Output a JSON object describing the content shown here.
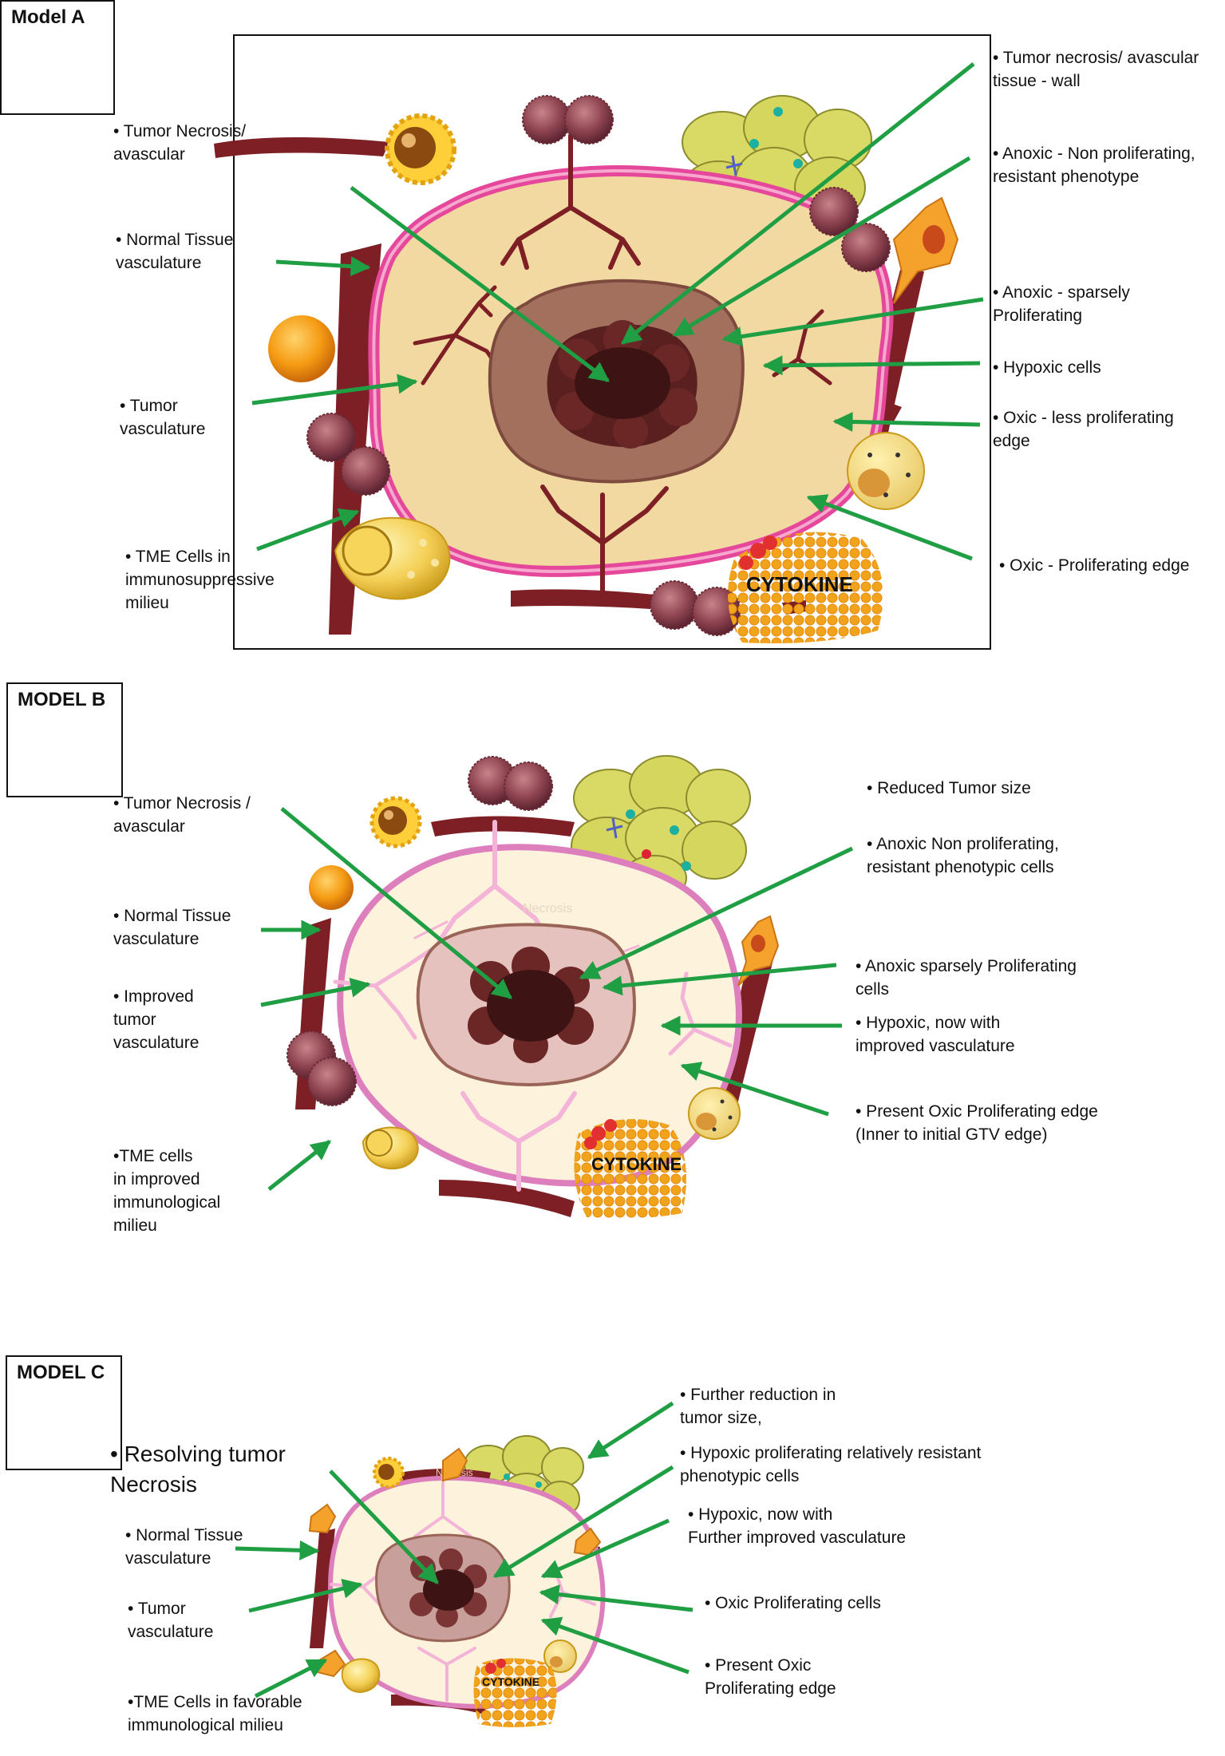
{
  "model_a": {
    "tag": "Model A",
    "left_labels": [
      "• Tumor Necrosis/\navascular",
      "• Normal Tissue\nvasculature",
      "• Tumor\nvasculature",
      "• TME Cells in\nimmunosuppressive\nmilieu"
    ],
    "right_labels": [
      "• Tumor necrosis/  avascular\ntissue - wall",
      "•  Anoxic - Non proliferating,\nresistant phenotype",
      "•       Anoxic  - sparsely\n          Proliferating",
      "•       Hypoxic cells",
      "•       Oxic - less proliferating\n          edge",
      "•       Oxic - Proliferating edge"
    ],
    "cytokine": "CYTOKINE"
  },
  "model_b": {
    "tag": "MODEL B",
    "left_labels": [
      "• Tumor   Necrosis /\navascular",
      "• Normal Tissue\nvasculature",
      "• Improved\ntumor\nvasculature",
      "•TME cells\nin improved\nimmunological\nmilieu"
    ],
    "right_labels": [
      "•       Reduced Tumor size",
      "•       Anoxic Non proliferating,\n          resistant phenotypic cells",
      "•      Anoxic sparsely Proliferating\n                        cells",
      "•      Hypoxic, now with\n         improved vasculature",
      "•      Present Oxic Proliferating edge\n         (Inner to initial GTV edge)"
    ],
    "necrosis_faint": "Necrosis",
    "cytokine": "CYTOKINE"
  },
  "model_c": {
    "tag": "MODEL C",
    "resolving": "•   Resolving tumor\n                 Necrosis",
    "left_labels": [
      "• Normal Tissue\nvasculature",
      "• Tumor\nvasculature",
      "•TME Cells in favorable\nimmunological milieu"
    ],
    "right_labels": [
      "•       Further reduction in\n          tumor size,",
      "•       Hypoxic proliferating relatively resistant\n          phenotypic cells",
      "•        Hypoxic, now with\n          Further improved vasculature",
      "•        Oxic Proliferating cells",
      "•        Present Oxic\n          Proliferating edge"
    ],
    "necrosis_faint": "Necrosis",
    "cytokine": "CYTOKINE"
  },
  "colors": {
    "arrow": "#1f9e43",
    "vessel": "#7d1f24",
    "capsule_a": "#e5479a",
    "capsule_bc": "#de7fbd",
    "tumor_fill_a": "#f2d9a2",
    "tumor_fill_bc": "#fdf3dd",
    "core_dark": "#3e1313",
    "anoxic_ring": "#a2705d"
  }
}
